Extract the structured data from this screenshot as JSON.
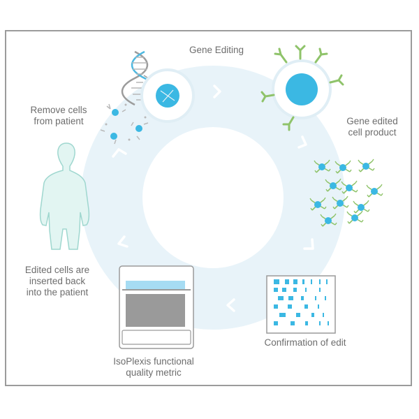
{
  "steps": {
    "gene_editing": "Gene Editing",
    "remove_cells": "Remove cells\nfrom patient",
    "gene_edited_product": "Gene edited\ncell product",
    "confirmation": "Confirmation of edit",
    "isoplexis": "IsoPlexis functional\nquality metric",
    "inserted_back": "Edited cells are\ninserted back\ninto the patient"
  },
  "colors": {
    "ring": "#e8f3f9",
    "cell_blue": "#3bb8e3",
    "receptor_green": "#8fc36a",
    "receptor_grey": "#b9b9b9",
    "dna_grey": "#9c9c9c",
    "dna_blue": "#4db8e0",
    "human": "#e2f5f2",
    "human_outline": "#9fd7cf",
    "chip_blue": "#a6dcf3",
    "chip_grey": "#9a9a9a",
    "chevron": "#ffffff",
    "text": "#6d6d6d",
    "frame": "#9b9b9b"
  },
  "icons": [
    "dna-icon",
    "cell-icon",
    "human-silhouette-icon",
    "barcode-chip-icon",
    "instrument-icon",
    "chevron-icon"
  ]
}
